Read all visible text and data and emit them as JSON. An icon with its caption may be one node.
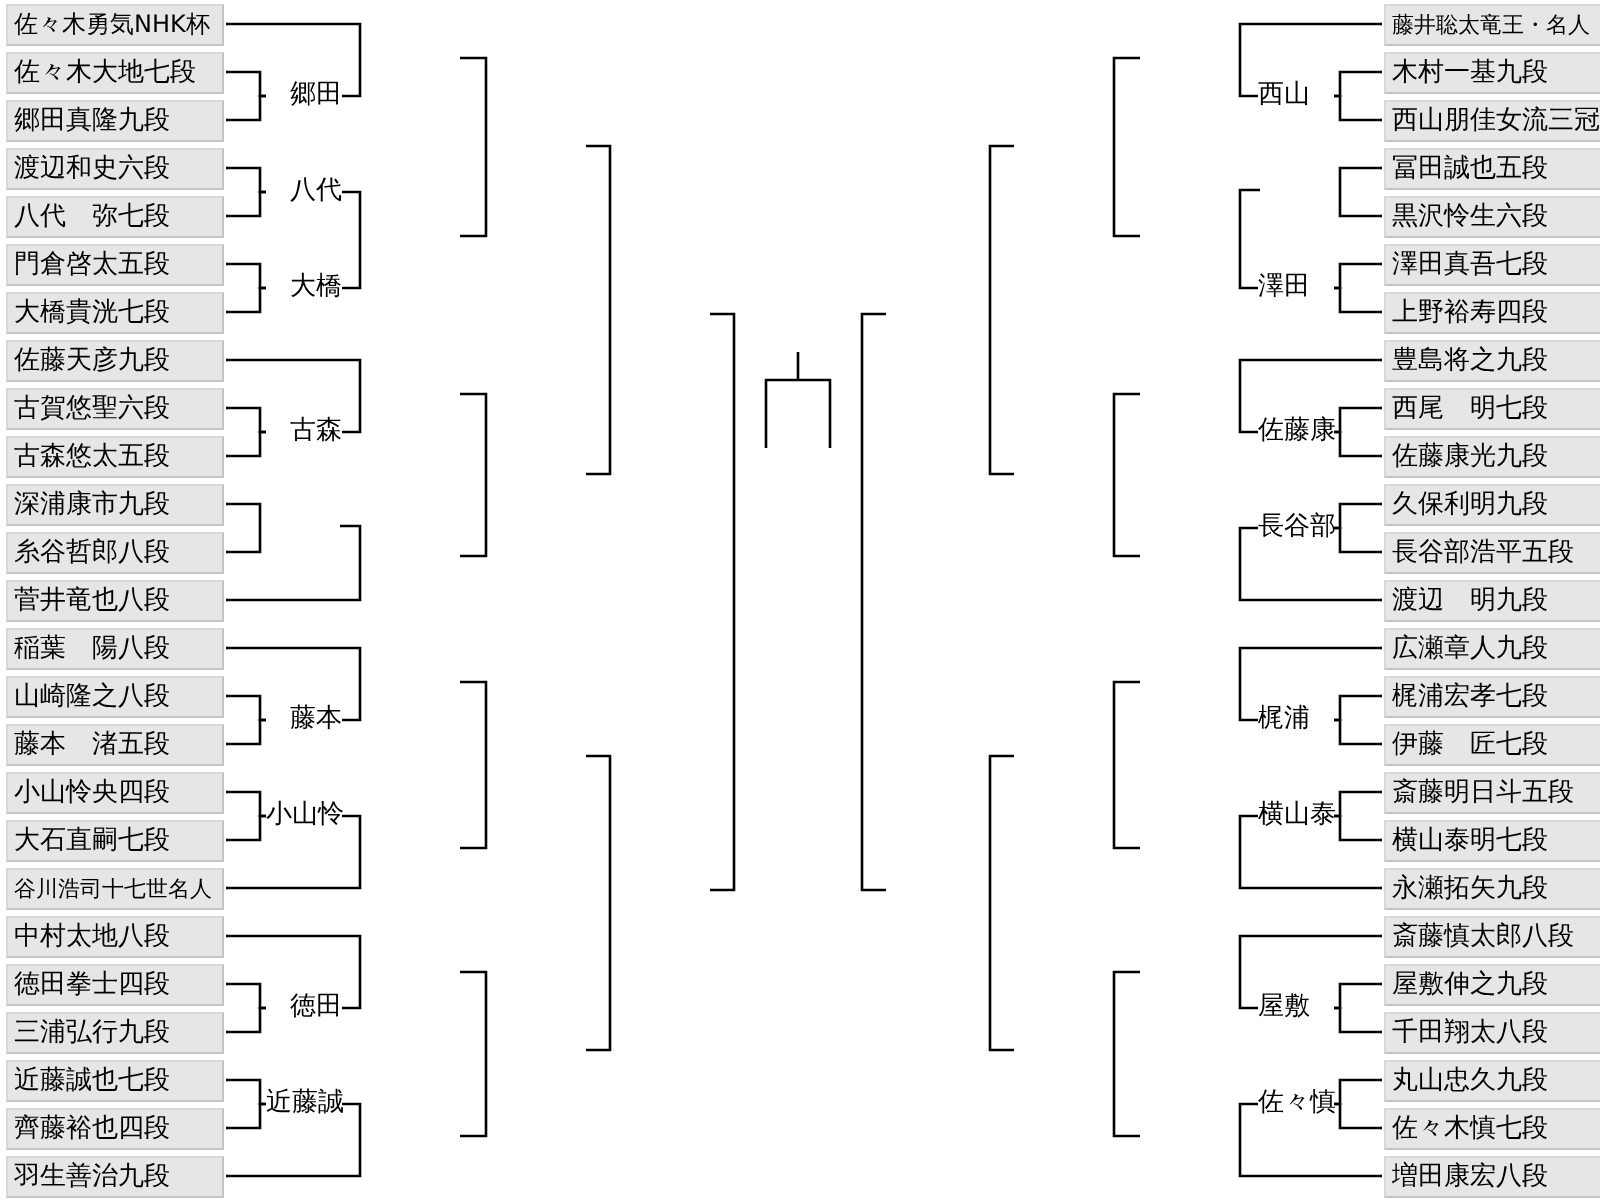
{
  "diagram": {
    "nodes": [
      {
        "text": [
          "佐々木勇気NHK杯"
        ]
      },
      {
        "text": [
          "佐々木大地七段"
        ]
      },
      {
        "text": [
          "郷田真隆九段"
        ]
      },
      {
        "text": [
          "渡辺和史六段"
        ]
      },
      {
        "text": [
          "八代　弥七段"
        ]
      },
      {
        "text": [
          "門倉啓太五段"
        ]
      },
      {
        "text": [
          "大橋貴洸七段"
        ]
      },
      {
        "text": [
          "佐藤天彦九段"
        ]
      },
      {
        "text": [
          "古賀悠聖六段"
        ]
      },
      {
        "text": [
          "古森悠太五段"
        ]
      },
      {
        "text": [
          "深浦康市九段"
        ]
      },
      {
        "text": [
          "糸谷哲郎八段"
        ]
      },
      {
        "text": [
          "菅井竜也八段"
        ]
      },
      {
        "text": [
          "稲葉　陽八段"
        ]
      },
      {
        "text": [
          "山崎隆之八段"
        ]
      },
      {
        "text": [
          "藤本　渚五段"
        ]
      },
      {
        "text": [
          "小山怜央四段"
        ]
      },
      {
        "text": [
          "大石直嗣七段"
        ]
      },
      {
        "text": [
          "谷川浩司十七世名人"
        ]
      },
      {
        "text": [
          "中村太地八段"
        ]
      },
      {
        "text": [
          "徳田拳士四段"
        ]
      },
      {
        "text": [
          "三浦弘行九段"
        ]
      },
      {
        "text": [
          "近藤誠也七段"
        ]
      },
      {
        "text": [
          "齊藤裕也四段"
        ]
      },
      {
        "text": [
          "羽生善治九段"
        ]
      },
      {
        "text": [
          "藤井聡太竜王・名人"
        ]
      },
      {
        "text": [
          "木村一基九段"
        ]
      },
      {
        "text": [
          "西山朋佳女流三冠"
        ]
      },
      {
        "text": [
          "冨田誠也五段"
        ]
      },
      {
        "text": [
          "黒沢怜生六段"
        ]
      },
      {
        "text": [
          "澤田真吾七段"
        ]
      },
      {
        "text": [
          "上野裕寿四段"
        ]
      },
      {
        "text": [
          "豊島将之九段"
        ]
      },
      {
        "text": [
          "西尾　明七段"
        ]
      },
      {
        "text": [
          "佐藤康光九段"
        ]
      },
      {
        "text": [
          "久保利明九段"
        ]
      },
      {
        "text": [
          "長谷部浩平五段"
        ]
      },
      {
        "text": [
          "渡辺　明九段"
        ]
      },
      {
        "text": [
          "広瀬章人九段"
        ]
      },
      {
        "text": [
          "梶浦宏孝七段"
        ]
      },
      {
        "text": [
          "伊藤　匠七段"
        ]
      },
      {
        "text": [
          "斎藤明日斗五段"
        ]
      },
      {
        "text": [
          "横山泰明七段"
        ]
      },
      {
        "text": [
          "永瀬拓矢九段"
        ]
      },
      {
        "text": [
          "斎藤慎太郎八段"
        ]
      },
      {
        "text": [
          "屋敷伸之九段"
        ]
      },
      {
        "text": [
          "千田翔太八段"
        ]
      },
      {
        "text": [
          "丸山忠久九段"
        ]
      },
      {
        "text": [
          "佐々木慎七段"
        ]
      },
      {
        "text": [
          "増田康宏八段"
        ]
      },
      {
        "text": [
          "郷田"
        ]
      },
      {
        "text": [
          "八代"
        ]
      },
      {
        "text": [
          "大橋"
        ]
      },
      {
        "text": [
          "古森"
        ]
      },
      {
        "text": [
          "藤本"
        ]
      },
      {
        "text": [
          "小山怜"
        ]
      },
      {
        "text": [
          "徳田"
        ]
      },
      {
        "text": [
          "近藤誠"
        ]
      },
      {
        "text": [
          "西山"
        ]
      },
      {
        "text": [
          "澤田"
        ]
      },
      {
        "text": [
          "佐藤康"
        ]
      },
      {
        "text": [
          "長谷部"
        ]
      },
      {
        "text": [
          "梶浦"
        ]
      },
      {
        "text": [
          "横山泰"
        ]
      },
      {
        "text": [
          "屋敷"
        ]
      },
      {
        "text": [
          "佐々慎"
        ]
      }
    ],
    "edges": [
      {
        "from": 1,
        "to": 50,
        "arrow": "none"
      },
      {
        "from": 2,
        "to": 50,
        "arrow": "none"
      },
      {
        "from": 0,
        "to": 50,
        "arrow": "none"
      },
      {
        "from": 3,
        "to": 51,
        "arrow": "none"
      },
      {
        "from": 4,
        "to": 51,
        "arrow": "none"
      },
      {
        "from": 5,
        "to": 52,
        "arrow": "none"
      },
      {
        "from": 6,
        "to": 52,
        "arrow": "none"
      },
      {
        "from": 51,
        "to": 52,
        "arrow": "none"
      },
      {
        "from": 8,
        "to": 53,
        "arrow": "none"
      },
      {
        "from": 9,
        "to": 53,
        "arrow": "none"
      },
      {
        "from": 7,
        "to": 53,
        "arrow": "none"
      },
      {
        "from": 10,
        "to": 11,
        "arrow": "none"
      },
      {
        "from": 12,
        "to": null,
        "arrow": "none"
      },
      {
        "from": 14,
        "to": 54,
        "arrow": "none"
      },
      {
        "from": 15,
        "to": 54,
        "arrow": "none"
      },
      {
        "from": 13,
        "to": 54,
        "arrow": "none"
      },
      {
        "from": 16,
        "to": 55,
        "arrow": "none"
      },
      {
        "from": 17,
        "to": 55,
        "arrow": "none"
      },
      {
        "from": 18,
        "to": 55,
        "arrow": "none"
      },
      {
        "from": 20,
        "to": 56,
        "arrow": "none"
      },
      {
        "from": 21,
        "to": 56,
        "arrow": "none"
      },
      {
        "from": 19,
        "to": 56,
        "arrow": "none"
      },
      {
        "from": 22,
        "to": 57,
        "arrow": "none"
      },
      {
        "from": 23,
        "to": 57,
        "arrow": "none"
      },
      {
        "from": 24,
        "to": 57,
        "arrow": "none"
      },
      {
        "from": 26,
        "to": 58,
        "arrow": "none"
      },
      {
        "from": 27,
        "to": 58,
        "arrow": "none"
      },
      {
        "from": 25,
        "to": 58,
        "arrow": "none"
      },
      {
        "from": 28,
        "to": 29,
        "arrow": "none"
      },
      {
        "from": 30,
        "to": 59,
        "arrow": "none"
      },
      {
        "from": 31,
        "to": 59,
        "arrow": "none"
      },
      {
        "from": null,
        "to": 59,
        "arrow": "none"
      },
      {
        "from": 33,
        "to": 60,
        "arrow": "none"
      },
      {
        "from": 34,
        "to": 60,
        "arrow": "none"
      },
      {
        "from": 32,
        "to": 60,
        "arrow": "none"
      },
      {
        "from": 35,
        "to": 61,
        "arrow": "none"
      },
      {
        "from": 36,
        "to": 61,
        "arrow": "none"
      },
      {
        "from": 37,
        "to": 61,
        "arrow": "none"
      },
      {
        "from": 39,
        "to": 62,
        "arrow": "none"
      },
      {
        "from": 40,
        "to": 62,
        "arrow": "none"
      },
      {
        "from": 38,
        "to": 62,
        "arrow": "none"
      },
      {
        "from": 41,
        "to": 63,
        "arrow": "none"
      },
      {
        "from": 42,
        "to": 63,
        "arrow": "none"
      },
      {
        "from": 43,
        "to": 63,
        "arrow": "none"
      },
      {
        "from": 45,
        "to": 64,
        "arrow": "none"
      },
      {
        "from": 46,
        "to": 64,
        "arrow": "none"
      },
      {
        "from": 44,
        "to": 64,
        "arrow": "none"
      },
      {
        "from": 47,
        "to": 65,
        "arrow": "none"
      },
      {
        "from": 48,
        "to": 65,
        "arrow": "none"
      },
      {
        "from": 49,
        "to": 65,
        "arrow": "none"
      }
    ]
  }
}
